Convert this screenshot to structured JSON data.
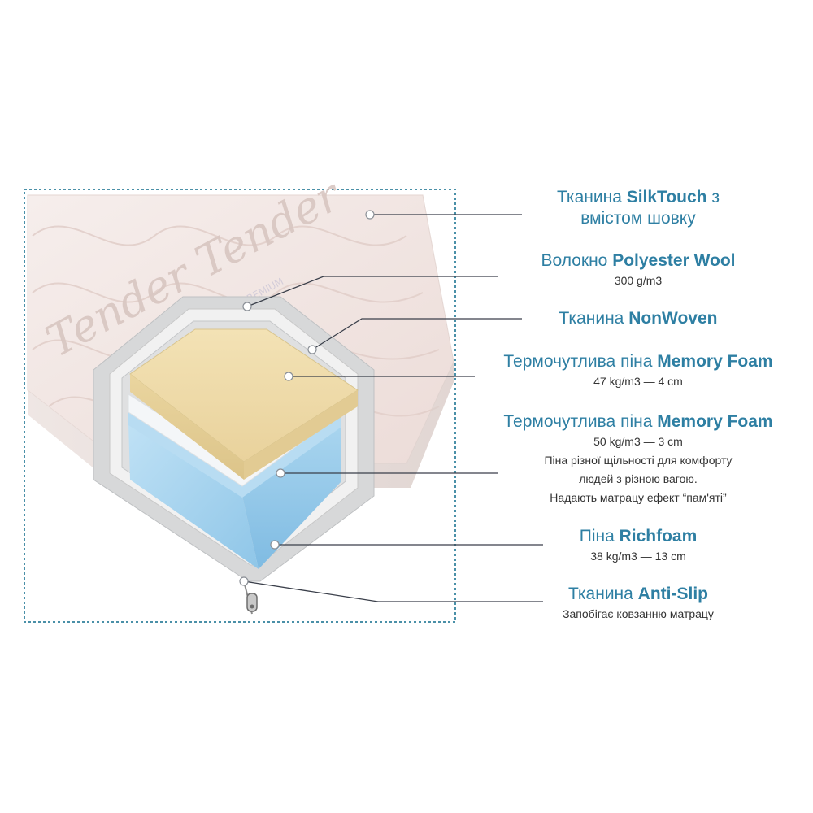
{
  "colors": {
    "accent": "#2e7fa3",
    "subtext": "#333333",
    "frame": "#4a90a8",
    "leader": "#3a3f4a",
    "cover": "#f2e7e4",
    "memory_foam": "#efd9a6",
    "richfoam": "#9fd0ec"
  },
  "cover_text": {
    "script": "Tender Tender",
    "small": "PREMIUM"
  },
  "layers": [
    {
      "title_prefix": "Тканина ",
      "title_bold": "SilkTouch",
      "title_suffix": " з",
      "title_line2": "вмістом шовку",
      "subs": []
    },
    {
      "title_prefix": "Волокно ",
      "title_bold": "Polyester Wool",
      "title_suffix": "",
      "title_line2": "",
      "subs": [
        "300 g/m3"
      ]
    },
    {
      "title_prefix": "Тканина ",
      "title_bold": "NonWoven",
      "title_suffix": "",
      "title_line2": "",
      "subs": []
    },
    {
      "title_prefix": "Термочутлива піна ",
      "title_bold": "Memory Foam",
      "title_suffix": "",
      "title_line2": "",
      "subs": [
        "47 kg/m3 — 4 cm"
      ]
    },
    {
      "title_prefix": "Термочутлива піна ",
      "title_bold": "Memory Foam",
      "title_suffix": "",
      "title_line2": "",
      "subs": [
        "50 kg/m3 — 3 cm",
        "Піна різної щільності для комфорту",
        "людей з різною вагою.",
        "Надають матрацу ефект “пам'яті”"
      ]
    },
    {
      "title_prefix": "Піна ",
      "title_bold": "Richfoam",
      "title_suffix": "",
      "title_line2": "",
      "subs": [
        "38 kg/m3 — 13 cm"
      ]
    },
    {
      "title_prefix": "Тканина ",
      "title_bold": "Anti-Slip",
      "title_suffix": "",
      "title_line2": "",
      "subs": [
        "Запобігає ковзанню матрацу"
      ]
    }
  ]
}
